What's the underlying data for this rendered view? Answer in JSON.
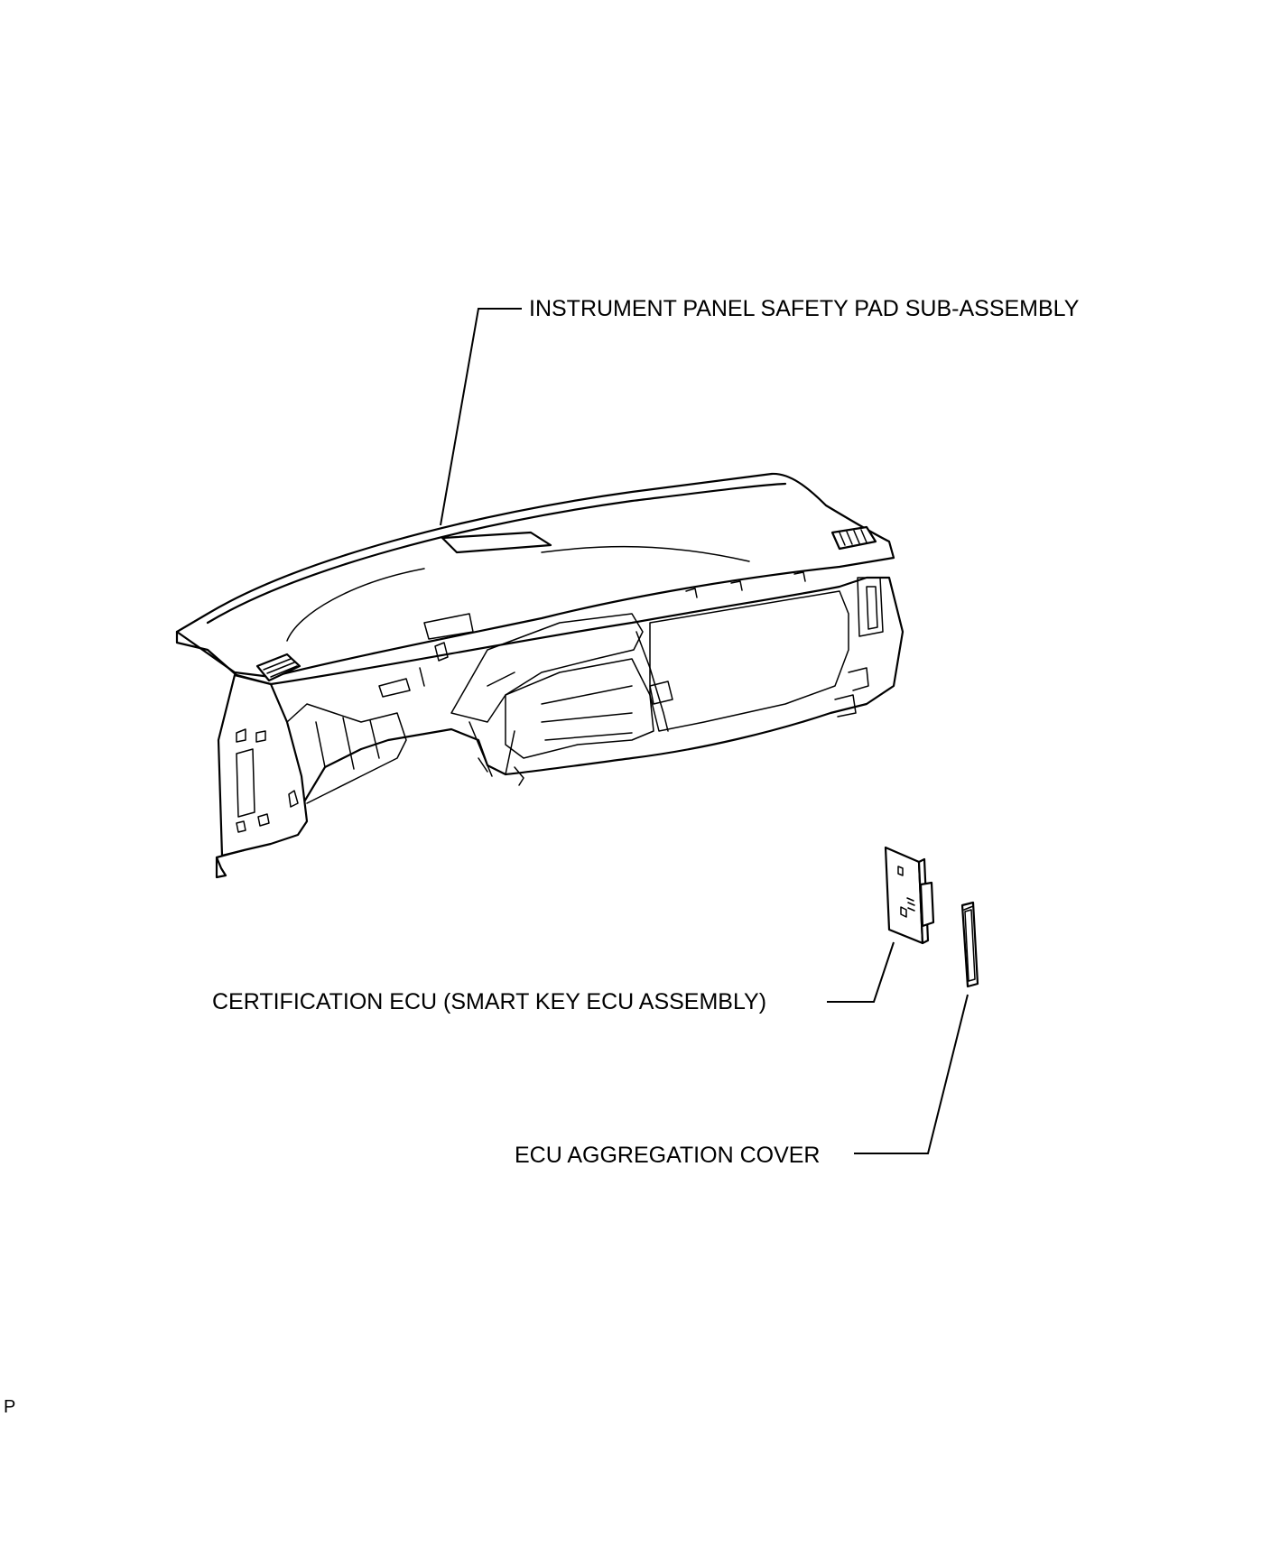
{
  "labels": {
    "safety_pad": "INSTRUMENT PANEL SAFETY PAD SUB-ASSEMBLY",
    "certification_ecu": "CERTIFICATION ECU (SMART KEY ECU ASSEMBLY)",
    "aggregation_cover": "ECU AGGREGATION COVER",
    "figure_code": "P"
  }
}
